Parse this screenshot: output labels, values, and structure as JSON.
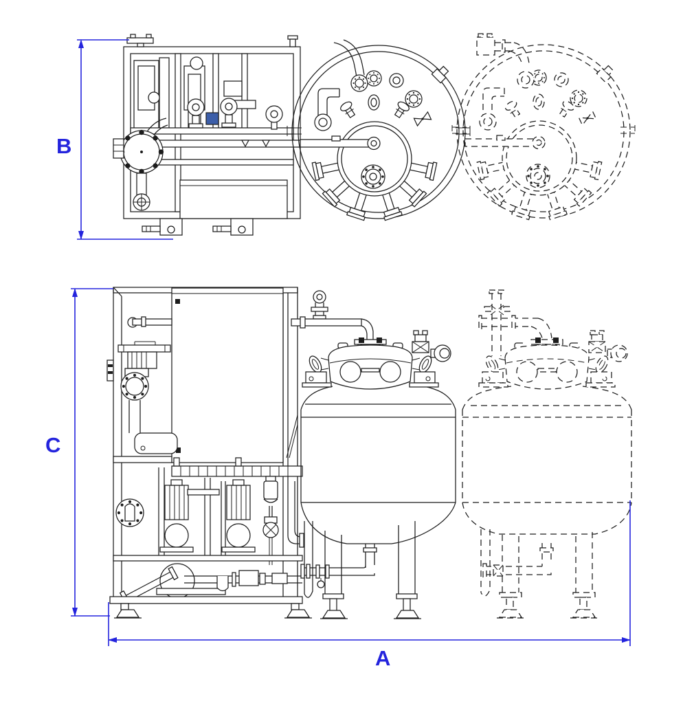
{
  "drawing": {
    "dimension_labels": {
      "a": "A",
      "b": "B",
      "c": "C"
    },
    "colors": {
      "background": "#ffffff",
      "line": "#1c1c1c",
      "dimension": "#2424dd",
      "accent_fill": "#3c5ea9"
    }
  }
}
